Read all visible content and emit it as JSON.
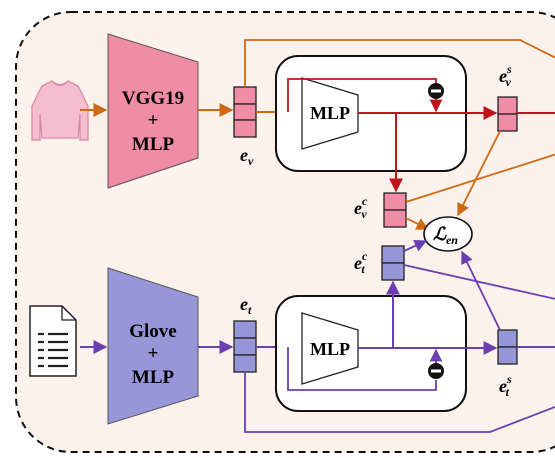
{
  "colors": {
    "background_panel": "#fdf1ec",
    "image_branch": "#f08ca3",
    "text_branch": "#9696d8",
    "image_flow": "#cf6a14",
    "red_flow": "#c0141c",
    "text_flow": "#6a3fb0"
  },
  "image_encoder": {
    "line1": "VGG19",
    "line2": "+",
    "line3": "MLP"
  },
  "text_encoder": {
    "line1": "Glove",
    "line2": "+",
    "line3": "MLP"
  },
  "image_mlp": {
    "label": "MLP"
  },
  "text_mlp": {
    "label": "MLP"
  },
  "variables": {
    "ev": {
      "base": "e",
      "sub": "v"
    },
    "et": {
      "base": "e",
      "sub": "t"
    },
    "evc": {
      "base": "e",
      "sup": "c",
      "sub": "v"
    },
    "etc": {
      "base": "e",
      "sup": "c",
      "sub": "t"
    },
    "evs": {
      "base": "e",
      "sup": "s",
      "sub": "v"
    },
    "ets": {
      "base": "e",
      "sup": "s",
      "sub": "t"
    }
  },
  "loss": {
    "symbol": "ℒ",
    "sub": "en"
  },
  "icons": [
    "sweater-icon",
    "document-icon",
    "minus-operator-icon"
  ]
}
